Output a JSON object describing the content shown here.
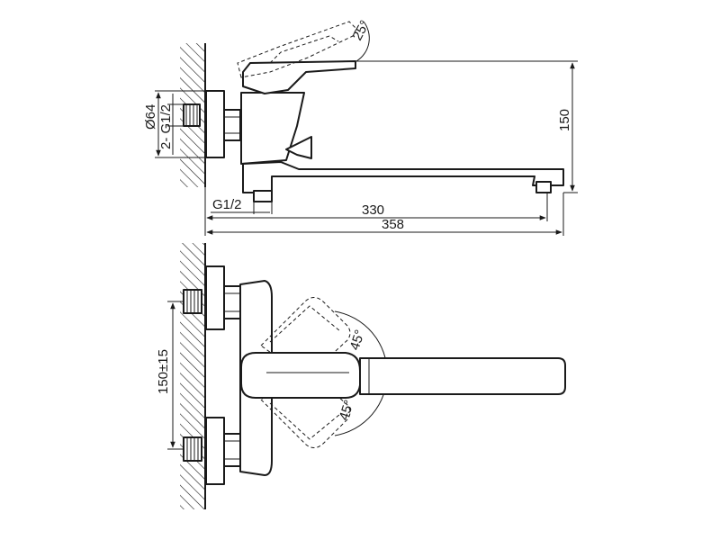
{
  "dimensions": {
    "handle_tilt": "25°",
    "flange_diameter": "Ø64",
    "inlet_thread": "2- G1/2",
    "height": "150",
    "outlet_thread": "G1/2",
    "spout_reach": "330",
    "total_length": "358",
    "inlet_spacing": "150±15",
    "rotation_upper": "45°",
    "rotation_lower": "45°"
  },
  "colors": {
    "line": "#1a1a1a",
    "background": "#ffffff"
  }
}
